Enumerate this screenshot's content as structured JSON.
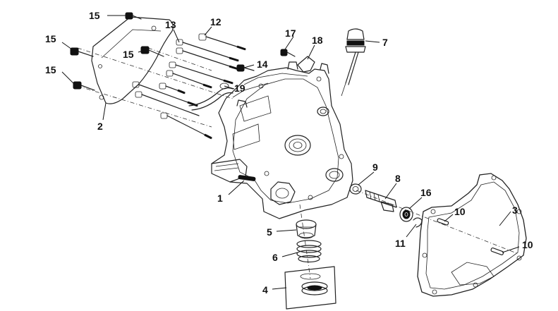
{
  "callouts": [
    {
      "id": "c15a",
      "text": "15"
    },
    {
      "id": "c12",
      "text": "12"
    },
    {
      "id": "c13",
      "text": "13"
    },
    {
      "id": "c15b",
      "text": "15"
    },
    {
      "id": "c15c",
      "text": "15"
    },
    {
      "id": "c15d",
      "text": "15"
    },
    {
      "id": "c17",
      "text": "17"
    },
    {
      "id": "c18",
      "text": "18"
    },
    {
      "id": "c7",
      "text": "7"
    },
    {
      "id": "c14",
      "text": "14"
    },
    {
      "id": "c19",
      "text": "19"
    },
    {
      "id": "c2",
      "text": "2"
    },
    {
      "id": "c9",
      "text": "9"
    },
    {
      "id": "c8",
      "text": "8"
    },
    {
      "id": "c16",
      "text": "16"
    },
    {
      "id": "c1",
      "text": "1"
    },
    {
      "id": "c3",
      "text": "3"
    },
    {
      "id": "c10a",
      "text": "10"
    },
    {
      "id": "c10b",
      "text": "10"
    },
    {
      "id": "c11",
      "text": "11"
    },
    {
      "id": "c5",
      "text": "5"
    },
    {
      "id": "c6",
      "text": "6"
    },
    {
      "id": "c4",
      "text": "4"
    }
  ]
}
